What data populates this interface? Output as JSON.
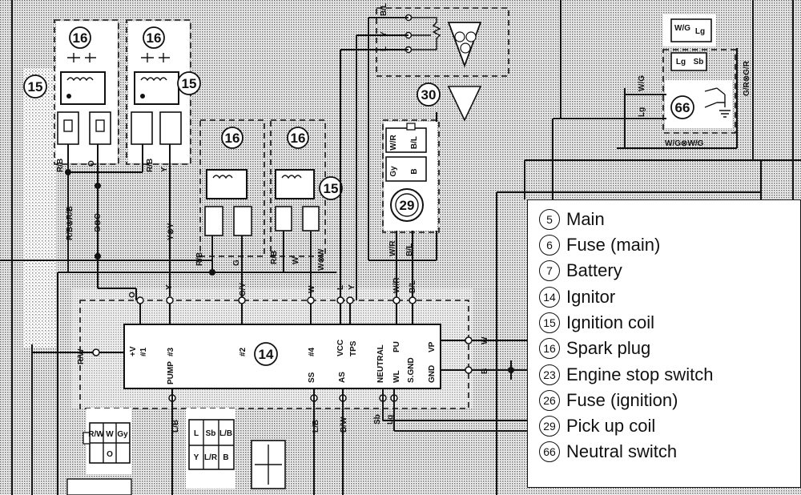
{
  "legend": [
    {
      "num": "5",
      "label": "Main"
    },
    {
      "num": "6",
      "label": "Fuse (main)"
    },
    {
      "num": "7",
      "label": "Battery"
    },
    {
      "num": "14",
      "label": "Ignitor"
    },
    {
      "num": "15",
      "label": "Ignition coil"
    },
    {
      "num": "16",
      "label": "Spark plug"
    },
    {
      "num": "23",
      "label": "Engine stop switch"
    },
    {
      "num": "26",
      "label": "Fuse (ignition)"
    },
    {
      "num": "29",
      "label": "Pick up coil"
    },
    {
      "num": "66",
      "label": "Neutral switch"
    }
  ],
  "ignitor": {
    "label": "14",
    "top_pins": [
      "+V",
      "#1",
      "#3",
      "#2",
      "#4",
      "VCC",
      "TPS",
      "PU",
      "VP"
    ],
    "bottom_pins": [
      "PUMP",
      "SS",
      "AS",
      "NEUTRAL",
      "WL",
      "S.GND",
      "GND"
    ]
  },
  "callouts": {
    "spark_plug": "16",
    "ignition_coil": "15",
    "pickup_coil": "29",
    "neutral_switch": "66",
    "sensor": "30"
  },
  "wire_labels": {
    "rb": "R/B",
    "rb_pair": "R/B⊗R/B",
    "o": "O",
    "o_pair": "O⊗O",
    "y": "Y",
    "y_pair": "Y⊗Y",
    "gy": "G/Y",
    "g": "G",
    "w": "W",
    "w_pair": "W⊗W",
    "l": "L",
    "wr": "W/R",
    "bl": "B/L",
    "rw": "R/W",
    "lb": "L/B",
    "bw": "B/W",
    "b": "B",
    "sb": "Sb",
    "lg": "Lg",
    "gr": "G/R",
    "gr_pair": "G/R⊗G/R",
    "wg": "W/G",
    "wg_pair": "W/G⊗W/G"
  },
  "connector_codes": {
    "wr": "W/R",
    "bl": "B/L",
    "gy": "Gy",
    "b": "B",
    "rw": "R/W",
    "w": "W",
    "gy2": "Gy",
    "o": "O",
    "l": "L",
    "sb": "Sb",
    "lb": "L/B",
    "y": "Y",
    "lr": "L/R",
    "b2": "B",
    "wg": "W/G",
    "lg": "Lg",
    "lg2": "Lg"
  }
}
